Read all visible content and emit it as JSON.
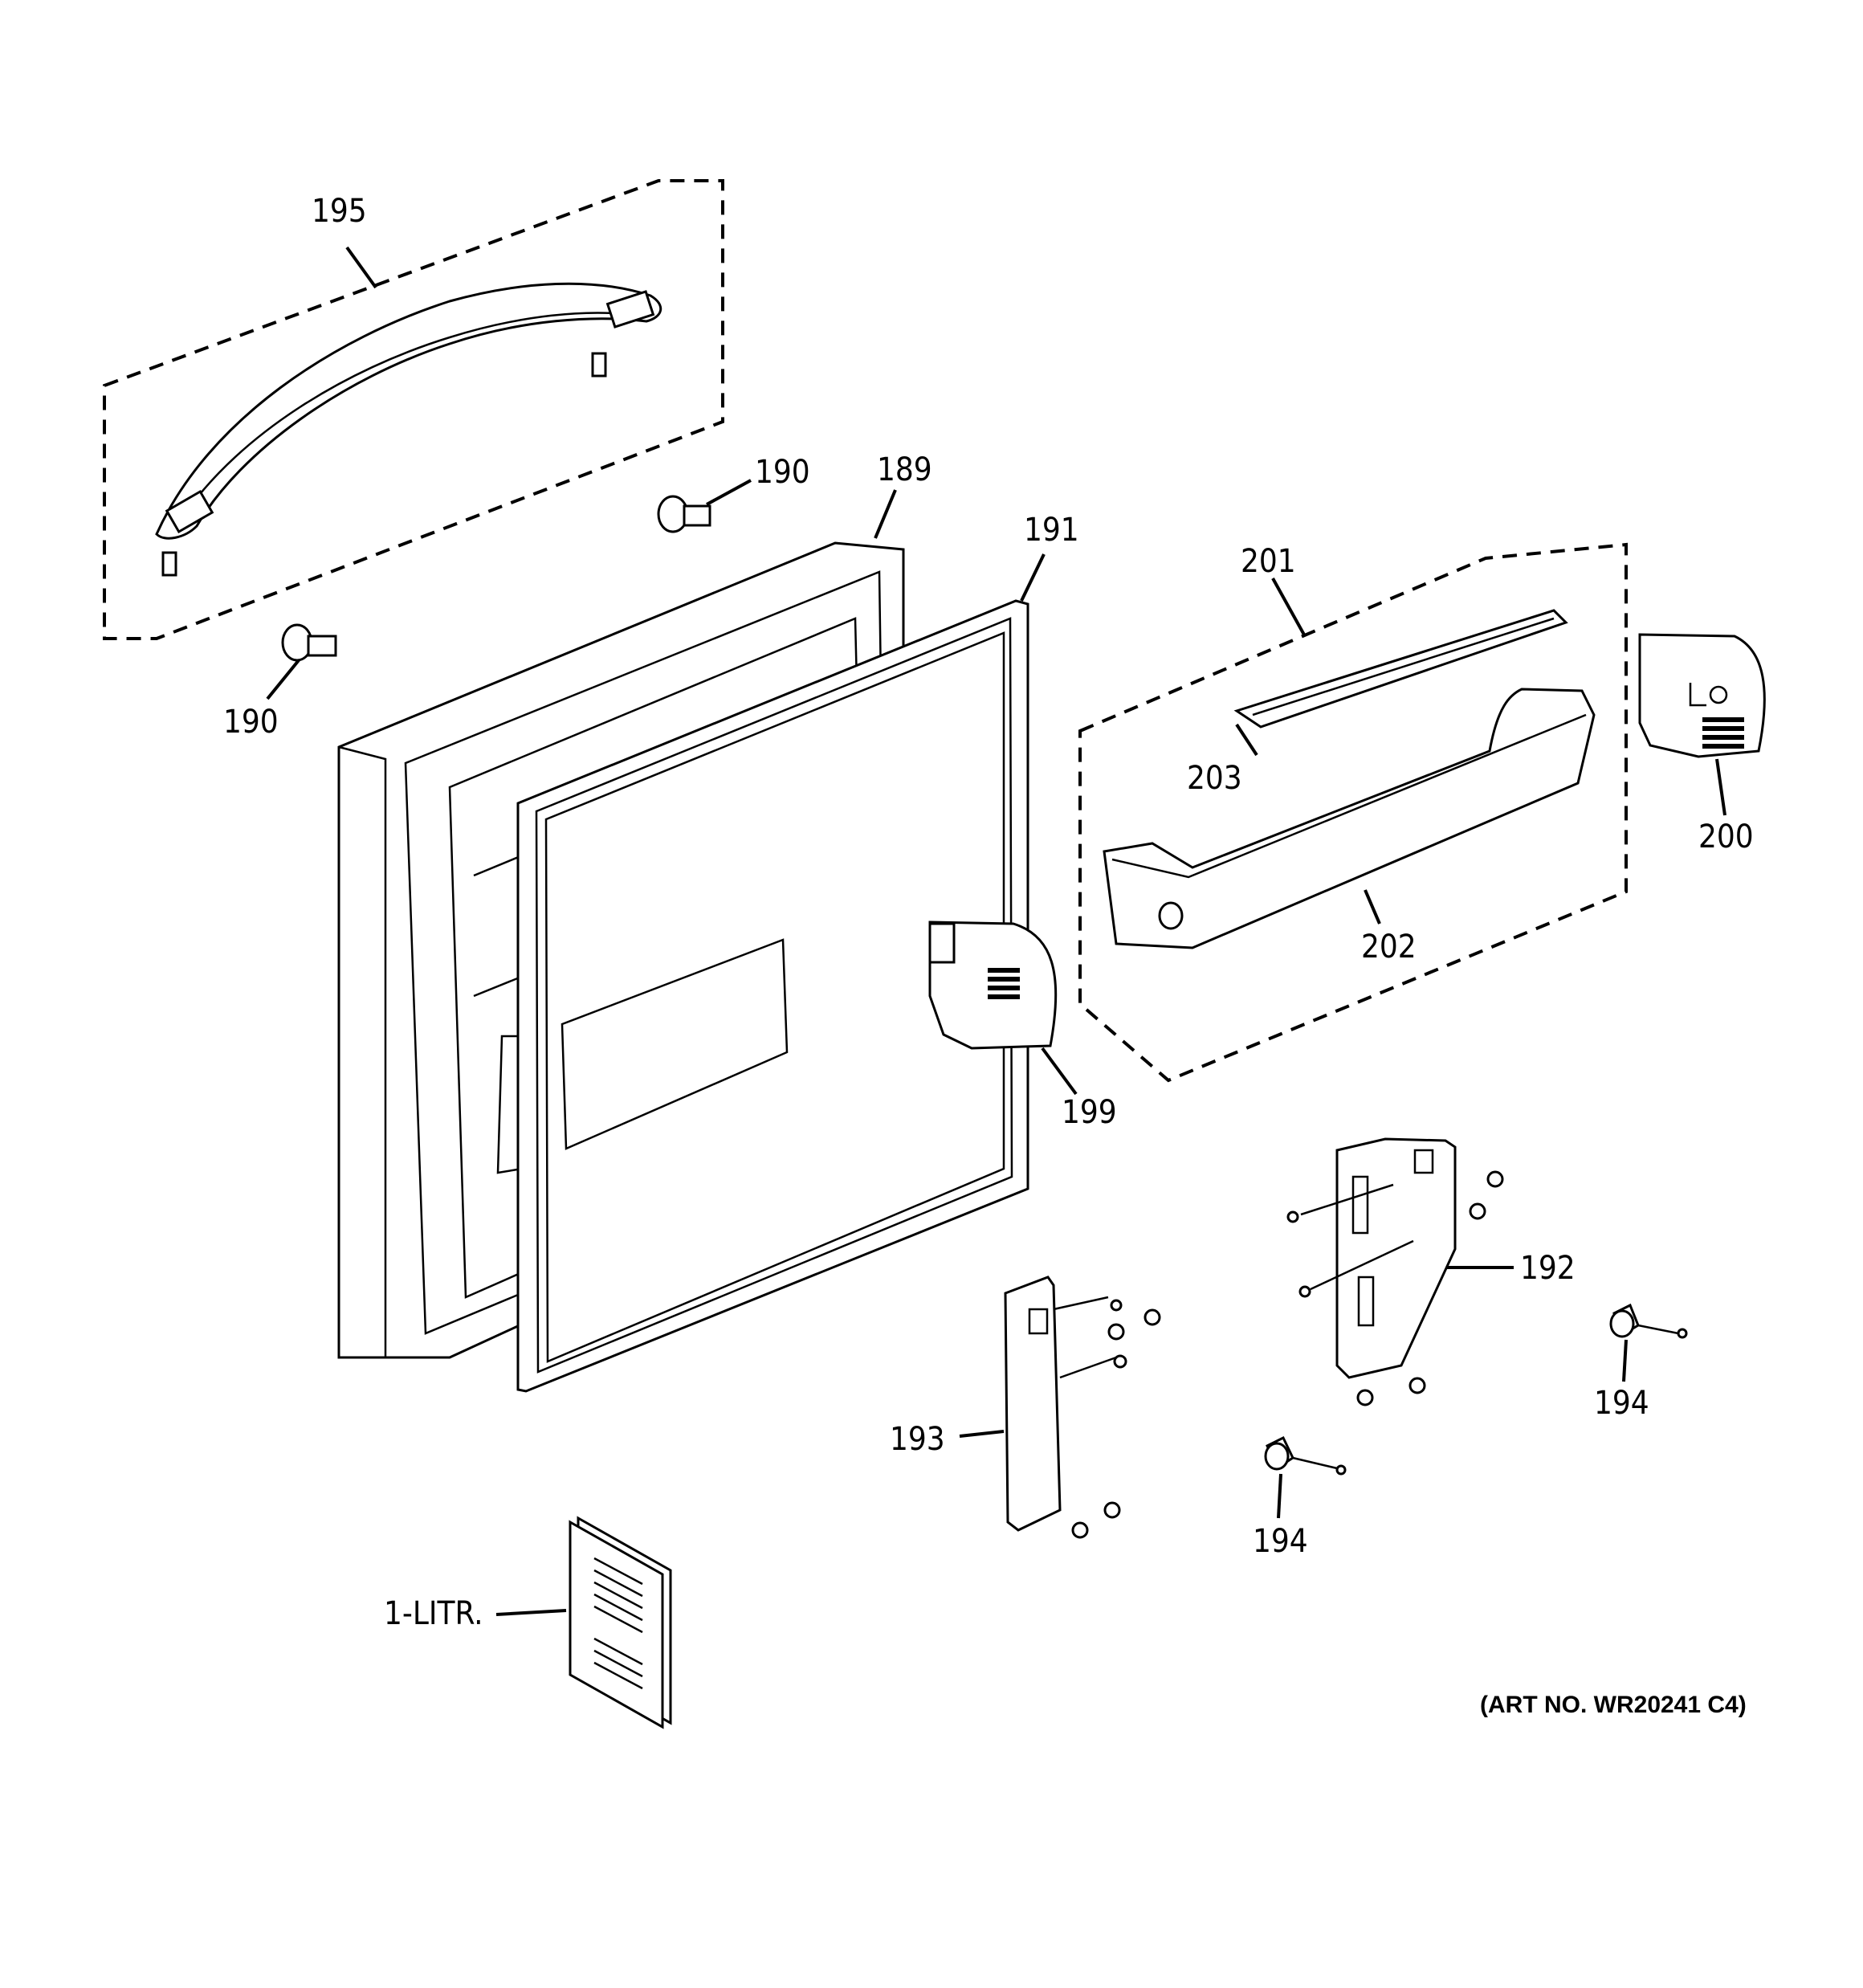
{
  "labels": {
    "p195": "195",
    "p190a": "190",
    "p190b": "190",
    "p189": "189",
    "p191": "191",
    "p201": "201",
    "p203": "203",
    "p200": "200",
    "p202": "202",
    "p199": "199",
    "p192": "192",
    "p193": "193",
    "p194a": "194",
    "p194b": "194",
    "p1litr": "1-LITR."
  },
  "art_number": "(ART NO. WR20241 C4)"
}
